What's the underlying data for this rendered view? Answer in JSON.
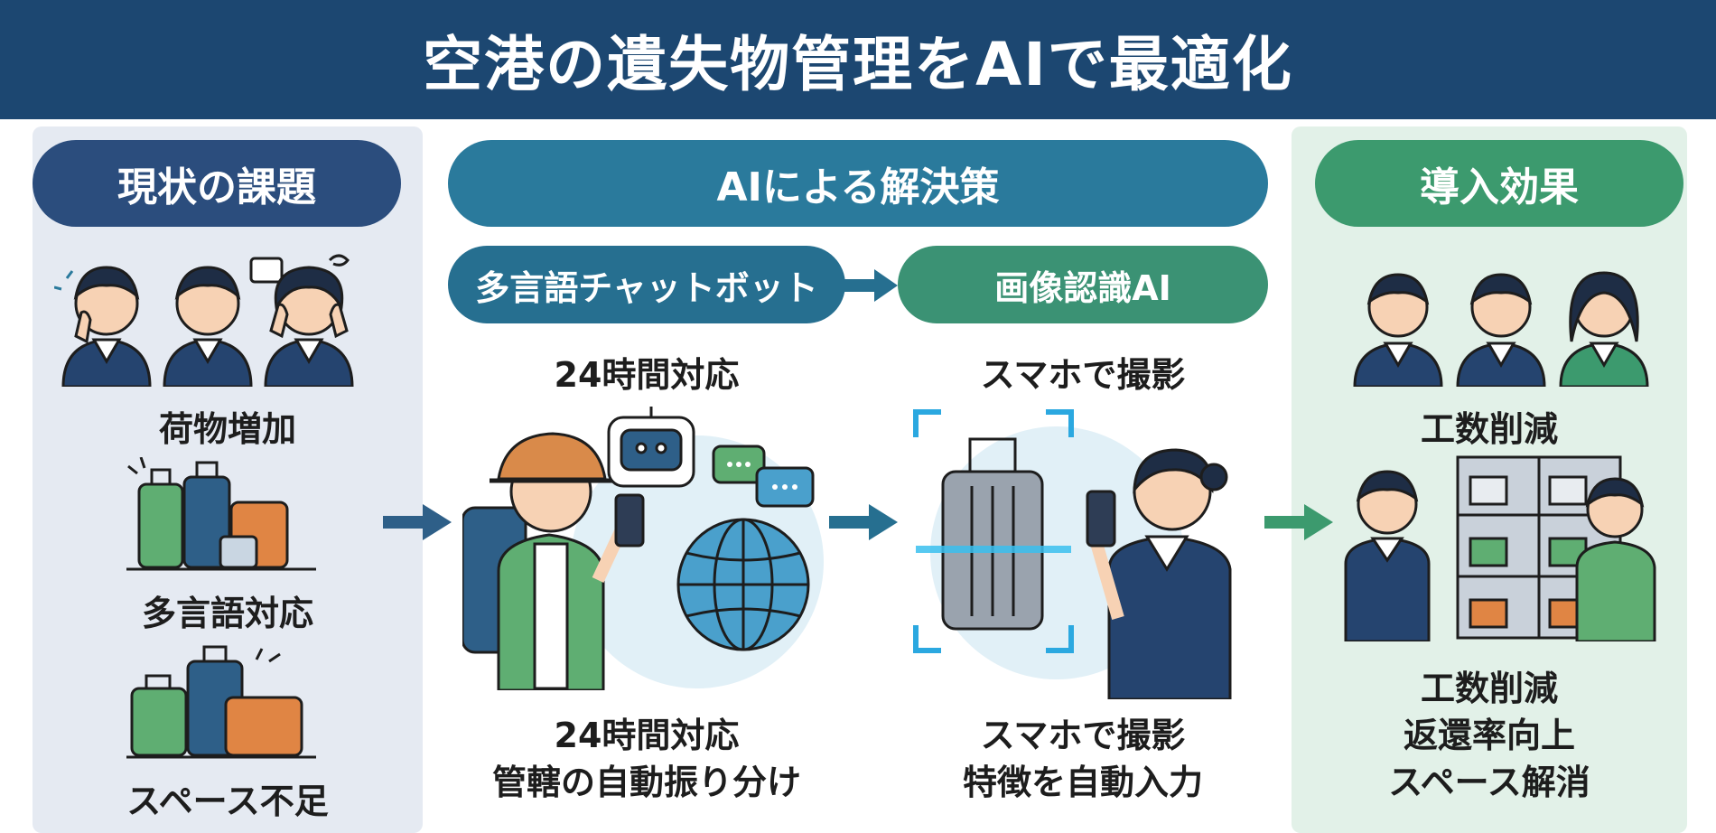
{
  "title": "空港の遺失物管理をAIで最適化",
  "columns": {
    "problem": {
      "header": "現状の課題",
      "items": [
        "荷物増加",
        "多言語対応",
        "スペース不足"
      ]
    },
    "solution": {
      "header": "AIによる解決策",
      "chatbot": {
        "label": "多言語チャットボット",
        "caption": "24時間対応",
        "description_lines": [
          "24時間対応",
          "管轄の自動振り分け"
        ]
      },
      "image_ai": {
        "label": "画像認識AI",
        "caption": "スマホで撮影",
        "description_lines": [
          "スマホで撮影",
          "特徴を自動入力"
        ]
      }
    },
    "effect": {
      "header": "導入効果",
      "caption": "工数削減",
      "results": [
        "工数削減",
        "返還率向上",
        "スペース解消"
      ]
    }
  },
  "colors": {
    "header_bg": "#1c4771",
    "problem": "#2b4d7d",
    "solution": "#2a7a9c",
    "effect": "#3c9a6e",
    "chatbot": "#266f90",
    "image_ai": "#3b9274"
  },
  "icons": [
    "worried-staff-icon",
    "luggage-pile-icon",
    "suitcases-icon",
    "traveler-icon",
    "robot-icon",
    "chat-bubble-icon",
    "globe-icon",
    "scanned-suitcase-icon",
    "staff-phone-icon",
    "happy-staff-icon",
    "storage-shelf-icon",
    "arrow-right-icon"
  ]
}
